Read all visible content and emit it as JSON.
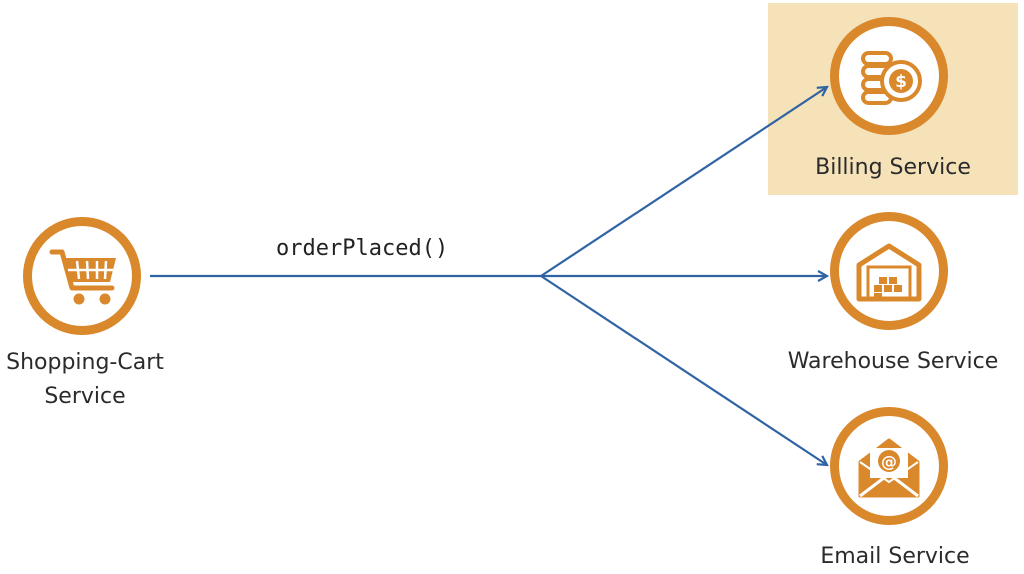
{
  "diagram": {
    "call_label": "orderPlaced()",
    "source": {
      "label_line1": "Shopping-Cart",
      "label_line2": "Service",
      "icon": "shopping-cart-icon"
    },
    "targets": [
      {
        "label": "Billing Service",
        "icon": "coins-dollar-icon",
        "highlighted": true
      },
      {
        "label": "Warehouse Service",
        "icon": "warehouse-icon",
        "highlighted": false
      },
      {
        "label": "Email Service",
        "icon": "email-at-icon",
        "highlighted": false
      }
    ],
    "colors": {
      "accent": "#d9882b",
      "arrow": "#2f63a3",
      "highlight": "#f5e2b8",
      "text": "#2b2b2b"
    }
  }
}
